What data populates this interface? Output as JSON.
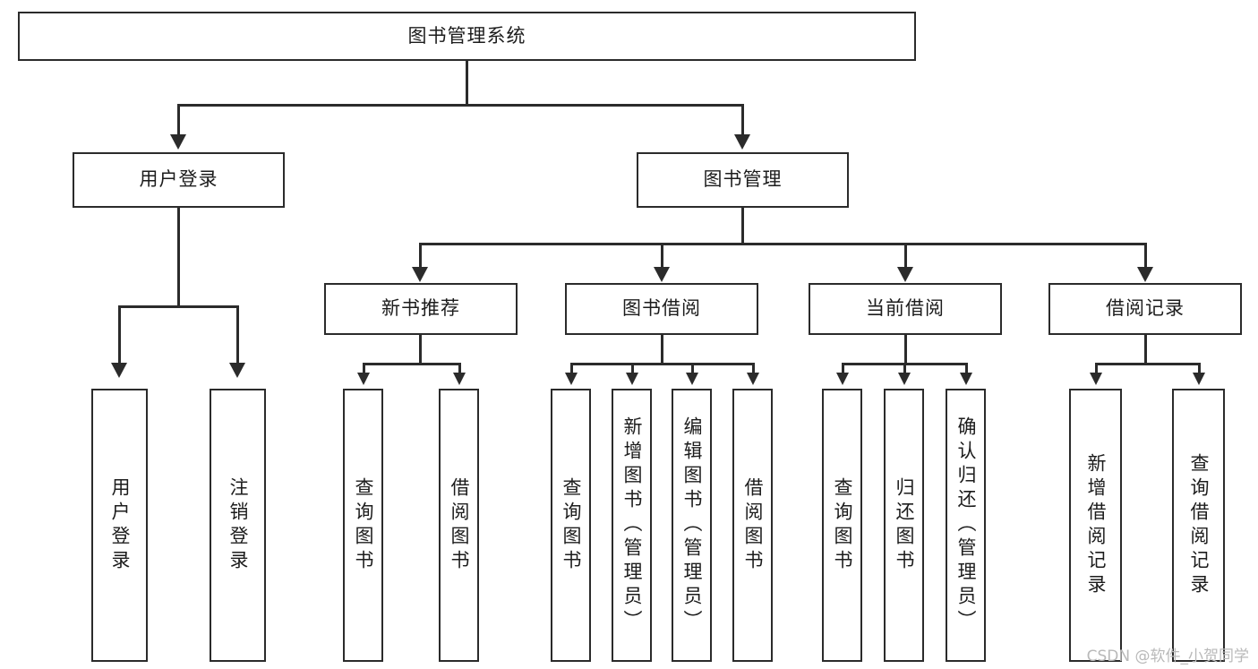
{
  "diagram": {
    "title": "图书管理系统",
    "root": {
      "label": "图书管理系统"
    },
    "level2": [
      {
        "label": "用户登录"
      },
      {
        "label": "图书管理"
      }
    ],
    "level3": [
      {
        "label": "新书推荐"
      },
      {
        "label": "图书借阅"
      },
      {
        "label": "当前借阅"
      },
      {
        "label": "借阅记录"
      }
    ],
    "leaves": {
      "user_login": [
        {
          "label": "用户登录"
        },
        {
          "label": "注销登录"
        }
      ],
      "new_book": [
        {
          "label": "查询图书"
        },
        {
          "label": "借阅图书"
        }
      ],
      "book_borrow": [
        {
          "label": "查询图书"
        },
        {
          "label": "新增图书（管理员）"
        },
        {
          "label": "编辑图书（管理员）"
        },
        {
          "label": "借阅图书"
        }
      ],
      "current_borrow": [
        {
          "label": "查询图书"
        },
        {
          "label": "归还图书"
        },
        {
          "label": "确认归还（管理员）"
        }
      ],
      "borrow_record": [
        {
          "label": "新增借阅记录"
        },
        {
          "label": "查询借阅记录"
        }
      ]
    }
  },
  "watermark": {
    "text": "CSDN @软件_小贺同学"
  },
  "colors": {
    "stroke": "#2b2b2b",
    "background": "#ffffff",
    "text": "#1c1c1c",
    "watermark": "#b9b9b9"
  }
}
